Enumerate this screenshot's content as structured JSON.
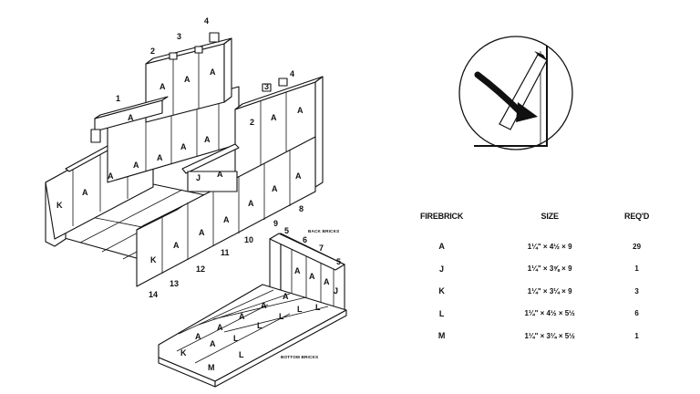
{
  "diagram": {
    "main_labels": {
      "n1": "1",
      "n2": "2",
      "n3": "3",
      "n4": "4",
      "r2": "2",
      "r3": "3",
      "r4": "4",
      "n8": "8",
      "n9": "9",
      "n10": "10",
      "n11": "11",
      "n12": "12",
      "n13": "13",
      "n14": "14"
    },
    "brick_codes": {
      "a": "A",
      "j": "J",
      "k": "K",
      "l": "L",
      "m": "M"
    },
    "back_labels": {
      "n5a": "5",
      "n6": "6",
      "n7": "7",
      "n5b": "5"
    },
    "captions": {
      "back": "BACK BRICKS",
      "bottom": "BOTTOM BRICKS"
    }
  },
  "table": {
    "headers": [
      "FIREBRICK",
      "SIZE",
      "REQ'D"
    ],
    "rows": [
      {
        "code": "A",
        "size": "1¼\" × 4½ × 9",
        "qty": "29"
      },
      {
        "code": "J",
        "size": "1¼\" × 3⅝ × 9",
        "qty": "1"
      },
      {
        "code": "K",
        "size": "1¼\" × 3¼ × 9",
        "qty": "3"
      },
      {
        "code": "L",
        "size": "1¼\" × 4½ × 5½",
        "qty": "6"
      },
      {
        "code": "M",
        "size": "1¼\" × 3¼ × 5½",
        "qty": "1"
      }
    ]
  }
}
